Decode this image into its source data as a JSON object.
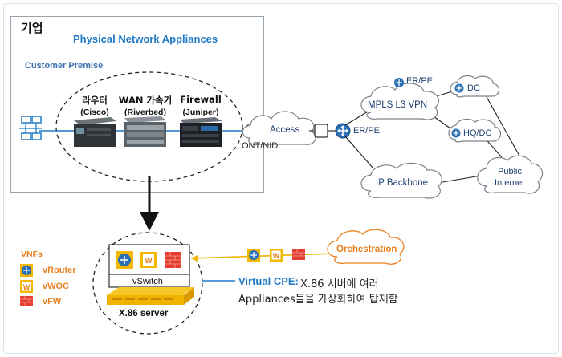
{
  "enterprise": {
    "title": "기업",
    "appliances_title": "Physical Network Appliances",
    "premise_label": "Customer Premise",
    "devices": [
      {
        "name": "라우터",
        "vendor": "(Cisco)"
      },
      {
        "name": "WAN 가속기",
        "vendor": "(Riverbed)"
      },
      {
        "name": "Firewall",
        "vendor": "(Juniper)"
      }
    ]
  },
  "network": {
    "access": "Access",
    "ont_nid": "ONT/NID",
    "er_pe_main": "ER/PE",
    "er_pe_top": "ER/PE",
    "mpls": "MPLS L3 VPN",
    "dc": "DC",
    "hq_dc": "HQ/DC",
    "ip_backbone": "IP Backbone",
    "public_internet_1": "Public",
    "public_internet_2": "Internet"
  },
  "vnfs": {
    "title": "VNFs",
    "items": [
      "vRouter",
      "vWOC",
      "vFW"
    ]
  },
  "server": {
    "vswitch": "vSwitch",
    "label": "X.86 server"
  },
  "virtual_cpe": {
    "label": "Virtual CPE:",
    "line1": " X.86 서버에 여러",
    "line2": "Appliances들을 가상화하여 탑재함"
  },
  "orchestration": "Orchestration",
  "colors": {
    "accent_blue": "#1f7ac8",
    "orange": "#e8801f",
    "router_blue": "#2a6fb5",
    "wan_gold": "#f5b800",
    "fw_red": "#e43d2f"
  }
}
